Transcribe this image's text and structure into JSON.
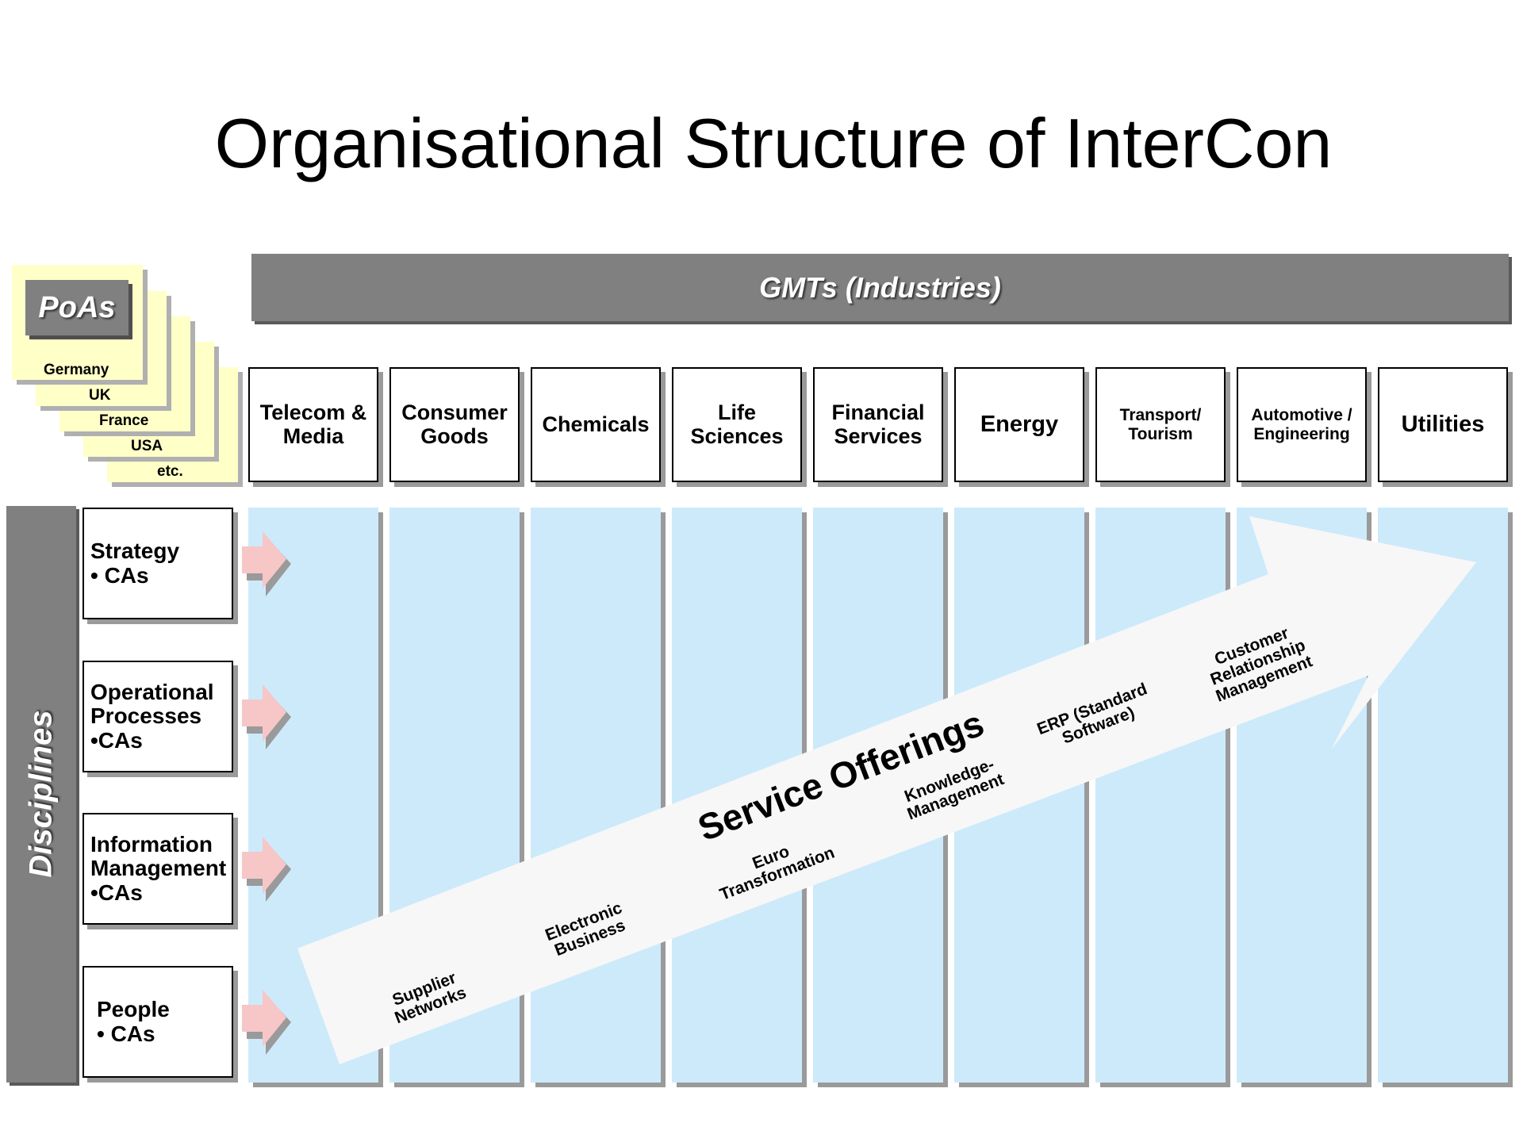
{
  "title": "Organisational Structure of InterCon",
  "poas": {
    "heading": "PoAs",
    "countries": [
      "Germany",
      "UK",
      "France",
      "USA",
      "etc."
    ]
  },
  "gmts": {
    "heading": "GMTs (Industries)",
    "industries": [
      [
        "Telecom &",
        "Media"
      ],
      [
        "Consumer",
        "Goods"
      ],
      [
        "Chemicals"
      ],
      [
        "Life",
        "Sciences"
      ],
      [
        "Financial",
        "Services"
      ],
      [
        "Energy"
      ],
      [
        "Transport/",
        "Tourism"
      ],
      [
        "Automotive /",
        "Engineering"
      ],
      [
        "Utilities"
      ]
    ]
  },
  "disciplines": {
    "heading": "Disciplines",
    "items": [
      [
        "Strategy",
        "• CAs"
      ],
      [
        "Operational",
        "Processes",
        "•CAs"
      ],
      [
        "Information",
        "Management",
        "•CAs"
      ],
      [
        "People",
        "• CAs"
      ]
    ]
  },
  "service_offerings": {
    "heading": "Service Offerings",
    "items": [
      [
        "Supplier",
        "Networks"
      ],
      [
        "Electronic",
        "Business"
      ],
      [
        "Euro",
        "Transformation"
      ],
      [
        "Knowledge-",
        "Management"
      ],
      [
        "ERP (Standard",
        "Software)"
      ],
      [
        "Customer",
        "Relationship",
        "Management"
      ]
    ]
  },
  "colors": {
    "header_gray": "#808080",
    "column_blue": "#cdeafb",
    "poa_yellow": "#ffffc8",
    "arrow_pink": "#f7c6c7",
    "arrow_white": "#f7f7f7"
  }
}
